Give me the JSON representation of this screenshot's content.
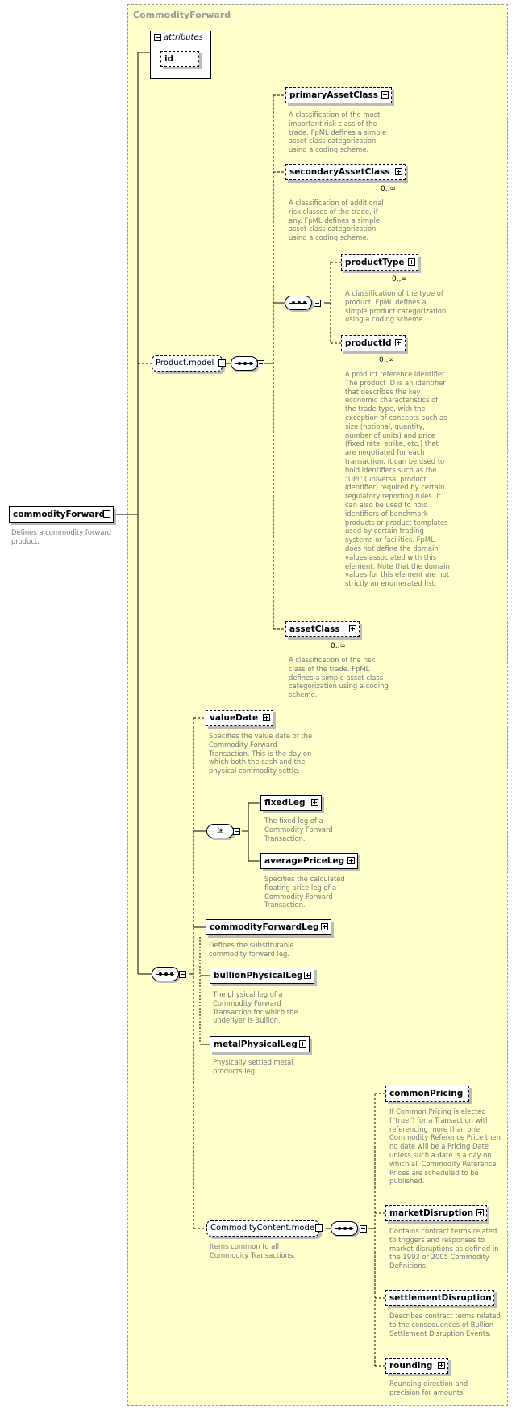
{
  "group_title": "CommodityForward",
  "attributes": {
    "title": "attributes",
    "id_label": "id"
  },
  "root": {
    "label": "commodityForward",
    "desc": "Defines a commodity forward product."
  },
  "product_model": {
    "label": "Product.model"
  },
  "primary": {
    "label": "primaryAssetClass",
    "desc": "A classification of the most important risk class of the trade. FpML defines a simple asset class categorization using a coding scheme."
  },
  "secondary": {
    "label": "secondaryAssetClass",
    "card": "0..∞",
    "desc": "A classification of additional risk classes of the trade, if any. FpML defines a simple asset class categorization using a coding scheme."
  },
  "product_type": {
    "label": "productType",
    "card": "0..∞",
    "desc": "A classification of the type of product. FpML defines a simple product categorization using a coding scheme."
  },
  "product_id": {
    "label": "productId",
    "card": "0..∞",
    "desc": "A product reference identifier. The product ID is an identifier that describes the key economic characteristics of the trade type, with the exception of concepts such as size (notional, quantity, number of units) and price (fixed rate, strike, etc.) that are negotiated for each transaction. It can be used to hold identifiers such as the \"UPI\" (universal product identifier) required by certain regulatory reporting rules. It can also be used to hold identifiers of benchmark products or product templates used by certain trading systems or facilities. FpML does not define the domain values associated with this element. Note that the domain values for this element are not strictly an enumerated list."
  },
  "asset_class": {
    "label": "assetClass",
    "card": "0..∞",
    "desc": "A classification of the risk class of the trade. FpML defines a simple asset class categorization using a coding scheme."
  },
  "value_date": {
    "label": "valueDate",
    "desc": "Specifies the value date of the Commodity Forward Transaction. This is the day on which both the cash and the physical commodity settle."
  },
  "fixed_leg": {
    "label": "fixedLeg",
    "desc": "The fixed leg of a Commodity Forward Transaction."
  },
  "average_leg": {
    "label": "averagePriceLeg",
    "desc": "Specifies the calculated floating price leg of a Commodity Forward Transaction."
  },
  "cf_leg": {
    "label": "commodityForwardLeg",
    "desc": "Defines the substitutable commodity forward leg."
  },
  "bullion_leg": {
    "label": "bullionPhysicalLeg",
    "desc": "The physical leg of a Commodity Forward Transaction for which the underlyer is Bullion."
  },
  "metal_leg": {
    "label": "metalPhysicalLeg",
    "desc": "Physically settled metal products leg."
  },
  "content_model": {
    "label": "CommodityContent.model",
    "desc": "Items common to all Commodity Transactions."
  },
  "common_pricing": {
    "label": "commonPricing",
    "desc": "If Common Pricing is elected (\"true\") for a Transaction with referencing more than one Commodity Reference Price then no date will be a Pricing Date unless such a date is a day on which all Commodity Reference Prices are scheduled to be published."
  },
  "market_disruption": {
    "label": "marketDisruption",
    "desc": "Contains contract terms related to triggers and responses to market disruptions as defined in the 1993 or 2005 Commodity Definitions."
  },
  "settlement_disruption": {
    "label": "settlementDisruption",
    "desc": "Describes contract terms related to the consequences of Bullion Settlement Disruption Events."
  },
  "rounding": {
    "label": "rounding",
    "desc": "Rounding direction and precision for amounts."
  }
}
